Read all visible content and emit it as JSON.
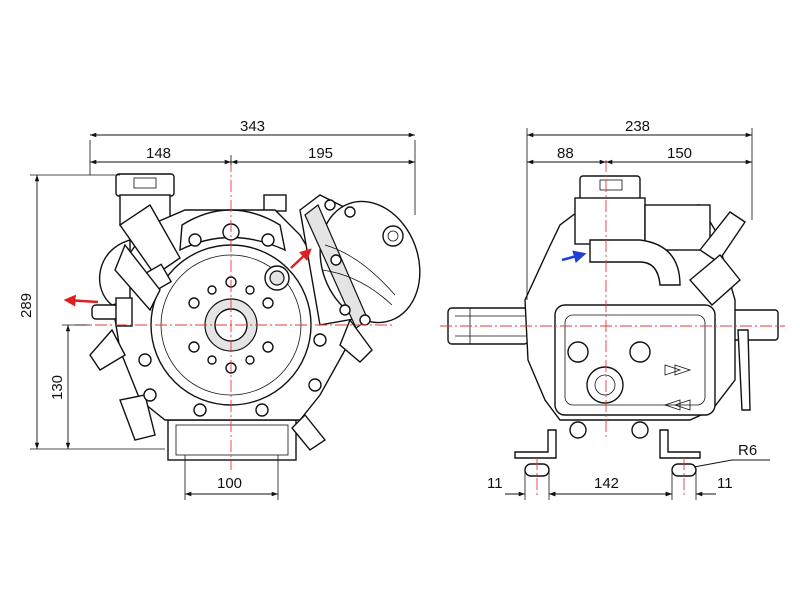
{
  "dimensions": {
    "front_total_width": "343",
    "front_left_width": "148",
    "front_right_width": "195",
    "front_total_height": "289",
    "front_shaft_height": "130",
    "front_base_width": "100",
    "side_total_width": "238",
    "side_left_width": "88",
    "side_right_width": "150",
    "foot_slot_left": "11",
    "foot_spacing": "142",
    "foot_slot_right": "11",
    "slot_radius": "R6"
  },
  "colors": {
    "centerline": "#e23b3b",
    "outlet_arrow": "#e02020",
    "inlet_arrow": "#1f3fd6",
    "outline": "#111111"
  },
  "icons": {
    "outlet": "red-arrow-icon",
    "inlet": "blue-arrow-icon"
  }
}
